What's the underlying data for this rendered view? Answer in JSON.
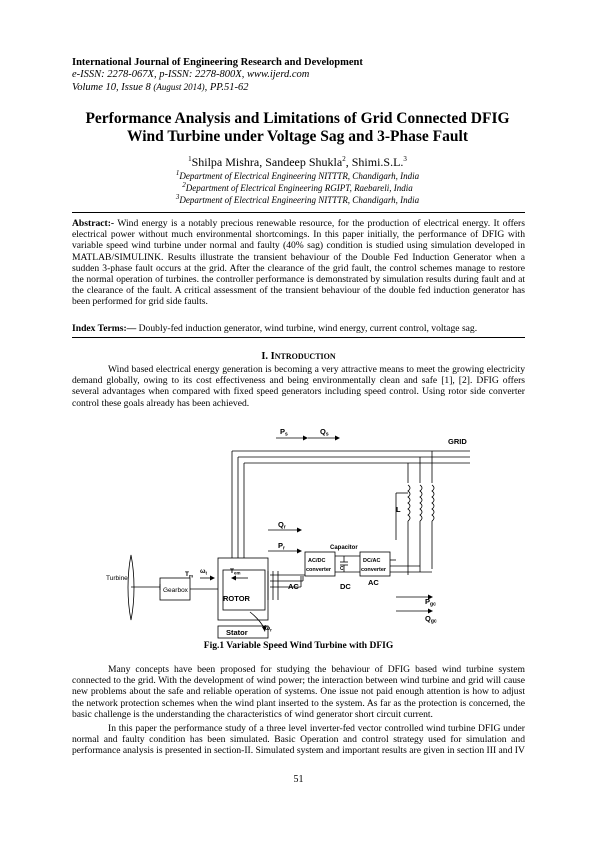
{
  "journal": {
    "name": "International Journal of Engineering Research and Development",
    "issn": "e-ISSN: 2278-067X, p-ISSN: 2278-800X, www.ijerd.com",
    "volume": "Volume 10, Issue 8",
    "date": "(August 2014)",
    "pages": ", PP.51-62"
  },
  "title_line1": "Performance Analysis and Limitations of Grid Connected DFIG",
  "title_line2": "Wind Turbine under Voltage Sag and 3-Phase Fault",
  "authors": [
    {
      "sup": "1",
      "name": "Shilpa Mishra, "
    },
    {
      "name": "Sandeep Shukla",
      "sup": "2"
    },
    {
      "name": ", Shimi.S.L.",
      "sup": "3"
    }
  ],
  "affiliations": [
    {
      "sup": "1",
      "text": "Department of Electrical Engineering NITTTR, Chandigarh, India"
    },
    {
      "sup": "2",
      "text": "Department of Electrical Engineering RGIPT, Raebareli, India"
    },
    {
      "sup": "3",
      "text": "Department of Electrical Engineering NITTTR, Chandigarh, India"
    }
  ],
  "abstract": {
    "label": "Abstract:-",
    "text": " Wind energy is a notably precious renewable resource, for the production of electrical energy. It offers electrical power without much environmental shortcomings. In this paper initially, the performance of DFIG with variable speed wind turbine under normal and faulty (40% sag) condition is studied using simulation developed in MATLAB/SIMULINK. Results illustrate the transient behaviour of the Double Fed Induction Generator when a sudden 3-phase fault occurs at the grid. After the clearance of the grid fault, the control schemes manage to restore the normal operation of turbines. the controller performance is demonstrated by simulation results during fault and at the clearance of the fault. A critical assessment of the transient behaviour of the double fed induction generator has been performed for grid side faults."
  },
  "index_terms": {
    "label": "Index Terms:—",
    "text": " Doubly-fed induction generator, wind turbine, wind energy, current control, voltage sag."
  },
  "section1": {
    "roman": "I. ",
    "first": "I",
    "rest": "NTRODUCTION"
  },
  "intro_para": "Wind based electrical energy generation is becoming a very attractive means to meet the growing electricity demand globally, owing to its cost effectiveness and being environmentally clean and safe [1], [2]. DFIG offers several advantages when compared with fixed speed generators including speed control. Using rotor side converter control these goals already has been achieved.",
  "figure": {
    "labels": {
      "ps": "P",
      "ps_sub": "s",
      "qs": "Q",
      "qs_sub": "s",
      "grid": "GRID",
      "l": "L",
      "qr": "Q",
      "qr_sub": "r",
      "pr": "P",
      "pr_sub": "r",
      "capacitor": "Capacitor",
      "acdc1": "AC/DC",
      "acdc2": "converter",
      "dcac1": "DC/AC",
      "dcac2": "converter",
      "c": "C",
      "ac_left": "AC",
      "dc": "DC",
      "ac_right": "AC",
      "turbine": "Turbine",
      "tm": "T",
      "tm_sub": "m",
      "wt": "ω",
      "wt_sub": "t",
      "tem": "T",
      "tem_sub": "em",
      "gearbox": "Gearbox",
      "rotor": "ROTOR",
      "stator": "Stator",
      "wr": "ω",
      "wr_sub": "r",
      "pgc": "P",
      "pgc_sub": "gc",
      "qgc": "Q",
      "qgc_sub": "gc"
    },
    "caption": "Fig.1 Variable Speed Wind Turbine with DFIG"
  },
  "para2": "Many concepts have been proposed for studying the behaviour of DFIG based wind turbine system connected to the grid. With the development of wind power; the interaction between wind turbine and grid will cause new problems about the safe and reliable operation of systems. One issue not paid enough attention is how to adjust the network protection schemes when the wind plant inserted to the system. As far as the protection is concerned, the basic challenge is the understanding the characteristics of wind generator short circuit current.",
  "para3": "In this paper the performance study of a three level inverter-fed vector controlled wind turbine DFIG under normal and faulty condition has been simulated. Basic Operation and control strategy used for simulation and performance analysis is presented in section-II. Simulated system and important results are given in section III and IV",
  "page_number": "51"
}
